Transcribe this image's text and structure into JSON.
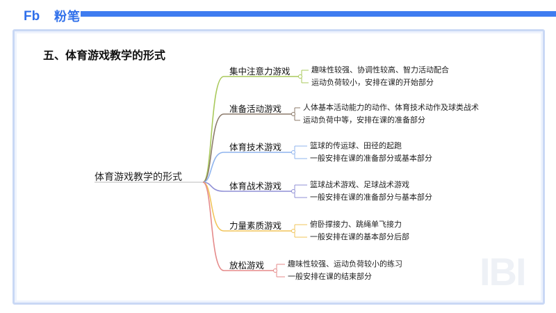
{
  "brand": {
    "logo_letters": "Fb",
    "name": "粉笔"
  },
  "heading": "五、体育游戏教学的形式",
  "root": "体育游戏教学的形式",
  "watermark": "IBI",
  "colors": {
    "brand": "#2f6fea",
    "branches": [
      "#a9c95b",
      "#8b7a6a",
      "#8fb4ee",
      "#8f8fd6",
      "#f1c45a",
      "#e58a8a"
    ]
  },
  "branches": [
    {
      "label": "集中注意力游戏",
      "details": [
        "趣味性较强、协调性较高、智力活动配合",
        "运动负荷较小，安排在课的开始部分"
      ]
    },
    {
      "label": "准备活动游戏",
      "details": [
        "人体基本活动能力的动作、体育技术动作及球类战术",
        "运动负荷中等，安排在课的准备部分"
      ]
    },
    {
      "label": "体育技术游戏",
      "details": [
        "篮球的传运球、田径的起跑",
        "一般安排在课的准备部分或基本部分"
      ]
    },
    {
      "label": "体育战术游戏",
      "details": [
        "篮球战术游戏、足球战术游戏",
        "一般安排在课的准备部分与基本部分"
      ]
    },
    {
      "label": "力量素质游戏",
      "details": [
        "俯卧撑接力、跳绳单飞接力",
        "一般安排在课的基本部分后部"
      ]
    },
    {
      "label": "放松游戏",
      "details": [
        "趣味性较强、运动负荷较小的练习",
        "一般安排在课的结束部分"
      ]
    }
  ]
}
